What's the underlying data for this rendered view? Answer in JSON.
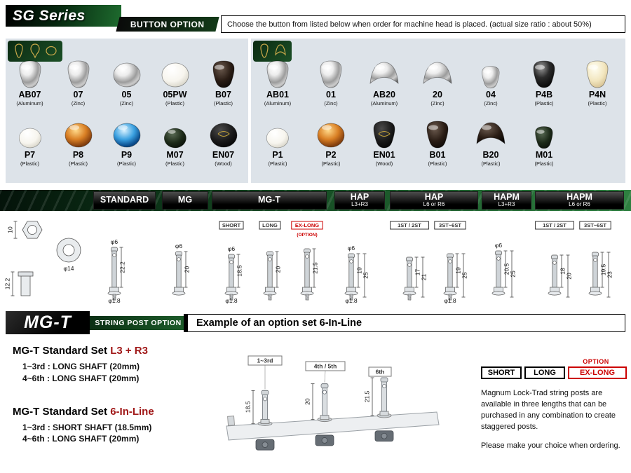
{
  "header": {
    "series": "SG Series",
    "option_banner": "BUTTON OPTION",
    "note": "Choose the button from listed below when order for machine head is placed.  (actual size ratio :  about 50%)"
  },
  "panels": [
    {
      "icons": [
        "kidney-button-icon",
        "tulip-button-icon",
        "oval-button-icon"
      ],
      "rows": [
        [
          {
            "name": "AB07",
            "material": "(Aluminum)",
            "shape": "kidney",
            "finish": "chrome"
          },
          {
            "name": "07",
            "material": "(Zinc)",
            "shape": "kidney",
            "finish": "chrome"
          },
          {
            "name": "05",
            "material": "(Zinc)",
            "shape": "oval",
            "finish": "chrome"
          },
          {
            "name": "05PW",
            "material": "(Plastic)",
            "shape": "oval",
            "finish": "pearl"
          },
          {
            "name": "B07",
            "material": "(Plastic)",
            "shape": "kidney",
            "finish": "black"
          }
        ],
        [
          {
            "name": "P7",
            "material": "(Plastic)",
            "shape": "oval",
            "finish": "pearl",
            "size": "sm"
          },
          {
            "name": "P8",
            "material": "(Plastic)",
            "shape": "oval",
            "finish": "amber"
          },
          {
            "name": "P9",
            "material": "(Plastic)",
            "shape": "oval",
            "finish": "blue"
          },
          {
            "name": "M07",
            "material": "(Plastic)",
            "shape": "oval",
            "finish": "darkgreen",
            "size": "sm"
          },
          {
            "name": "EN07",
            "material": "(Wood)",
            "shape": "oval",
            "finish": "ebony"
          }
        ]
      ]
    },
    {
      "icons": [
        "kidney-button-icon",
        "halfmoon-button-icon"
      ],
      "rows": [
        [
          {
            "name": "AB01",
            "material": "(Aluminum)",
            "shape": "kidney",
            "finish": "chrome"
          },
          {
            "name": "01",
            "material": "(Zinc)",
            "shape": "kidney",
            "finish": "chrome"
          },
          {
            "name": "AB20",
            "material": "(Aluminum)",
            "shape": "halfmoon",
            "finish": "chrome"
          },
          {
            "name": "20",
            "material": "(Zinc)",
            "shape": "halfmoon",
            "finish": "chrome"
          },
          {
            "name": "04",
            "material": "(Zinc)",
            "shape": "kidney",
            "finish": "chrome",
            "size": "sm"
          },
          {
            "name": "P4B",
            "material": "(Plastic)",
            "shape": "kidney",
            "finish": "blackgloss"
          },
          {
            "name": "P4N",
            "material": "(Plastic)",
            "shape": "kidney",
            "finish": "ivory"
          }
        ],
        [
          {
            "name": "P1",
            "material": "(Plastic)",
            "shape": "oval",
            "finish": "pearl",
            "size": "sm"
          },
          {
            "name": "P2",
            "material": "(Plastic)",
            "shape": "oval",
            "finish": "amber"
          },
          {
            "name": "EN01",
            "material": "(Wood)",
            "shape": "kidney",
            "finish": "ebony"
          },
          {
            "name": "B01",
            "material": "(Plastic)",
            "shape": "kidney",
            "finish": "black"
          },
          {
            "name": "B20",
            "material": "(Plastic)",
            "shape": "halfmoon",
            "finish": "black"
          },
          {
            "name": "M01",
            "material": "(Plastic)",
            "shape": "kidney",
            "finish": "darkgreen",
            "size": "sm"
          }
        ]
      ]
    }
  ],
  "spec": {
    "bushing_dims": [
      "10",
      "φ14",
      "12.2"
    ],
    "columns": [
      {
        "header": "STANDARD",
        "sub": "",
        "posts": [
          {
            "dia": "φ6",
            "dims": [
              "22.2"
            ],
            "foot": "φ1.8"
          }
        ]
      },
      {
        "header": "MG",
        "sub": "",
        "posts": [
          {
            "dia": "φ6",
            "dims": [
              "20"
            ]
          }
        ]
      },
      {
        "header": "MG-T",
        "sub": "",
        "posts": [
          {
            "tag": "SHORT",
            "dia": "φ6",
            "dims": [
              "18.5"
            ],
            "foot": "φ1.8"
          },
          {
            "tag": "LONG",
            "dims": [
              "20"
            ]
          },
          {
            "tag": "EX-LONG",
            "tag2": "(OPTION)",
            "option": true,
            "dims": [
              "21.5"
            ]
          }
        ]
      },
      {
        "header": "HAP",
        "sub": "L3+R3",
        "posts": [
          {
            "dia": "φ6",
            "dims": [
              "19",
              "25"
            ],
            "foot": "φ1.8"
          }
        ]
      },
      {
        "header": "HAP",
        "sub": "L6 or R6",
        "posts": [
          {
            "tag": "1ST / 2ST",
            "dims": [
              "17",
              "21"
            ]
          },
          {
            "tag": "3ST~6ST",
            "dims": [
              "19",
              "25"
            ],
            "foot": "φ1.8"
          }
        ]
      },
      {
        "header": "HAPM",
        "sub": "L3+R3",
        "posts": [
          {
            "dia": "φ6",
            "dims": [
              "20.5",
              "25"
            ]
          }
        ]
      },
      {
        "header": "HAPM",
        "sub": "L6 or R6",
        "posts": [
          {
            "tag": "1ST / 2ST",
            "dims": [
              "18",
              "20"
            ]
          },
          {
            "tag": "3ST~6ST",
            "dims": [
              "19.5",
              "23"
            ]
          }
        ]
      }
    ]
  },
  "mgt": {
    "title": "MG-T",
    "subtitle": "STRING POST OPTION",
    "example_title": "Example of an option set 6-In-Line",
    "sets": [
      {
        "prefix": "MG-T Standard Set ",
        "highlight": "L3 + R3",
        "lines": [
          "1~3rd : LONG SHAFT (20mm)",
          "4~6th : LONG SHAFT (20mm)"
        ]
      },
      {
        "prefix": "MG-T Standard Set ",
        "highlight": "6-In-Line",
        "lines": [
          "1~3rd : SHORT SHAFT (18.5mm)",
          "4~6th : LONG SHAFT (20mm)"
        ]
      }
    ],
    "diagram": {
      "group_labels": [
        "1~3rd",
        "4th / 5th",
        "6th"
      ],
      "dims": [
        "18.5",
        "20",
        "21.5"
      ]
    },
    "option_label": "OPTION",
    "shaft_buttons": [
      "SHORT",
      "LONG",
      "EX-LONG"
    ],
    "description": "Magnum Lock-Trad string posts are available in three lengths that can be purchased in any combination to create staggered posts.",
    "note": "Please make your choice when ordering.",
    "colors": {
      "accent_red": "#cc0000",
      "banner_green": "#1d5c2a"
    }
  }
}
